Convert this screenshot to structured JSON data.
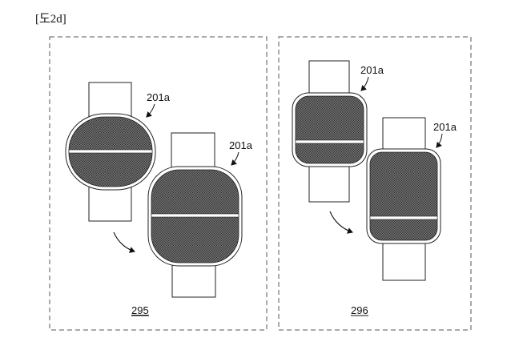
{
  "figure": {
    "title": "[도2d]",
    "panels": [
      {
        "number": "295",
        "watches": [
          {
            "label": "201a",
            "face_shape": "oval"
          },
          {
            "label": "201a",
            "face_shape": "rounded-square"
          }
        ]
      },
      {
        "number": "296",
        "watches": [
          {
            "label": "201a",
            "face_shape": "rounded-rectangle"
          },
          {
            "label": "201a",
            "face_shape": "rounded-rectangle"
          }
        ]
      }
    ]
  }
}
